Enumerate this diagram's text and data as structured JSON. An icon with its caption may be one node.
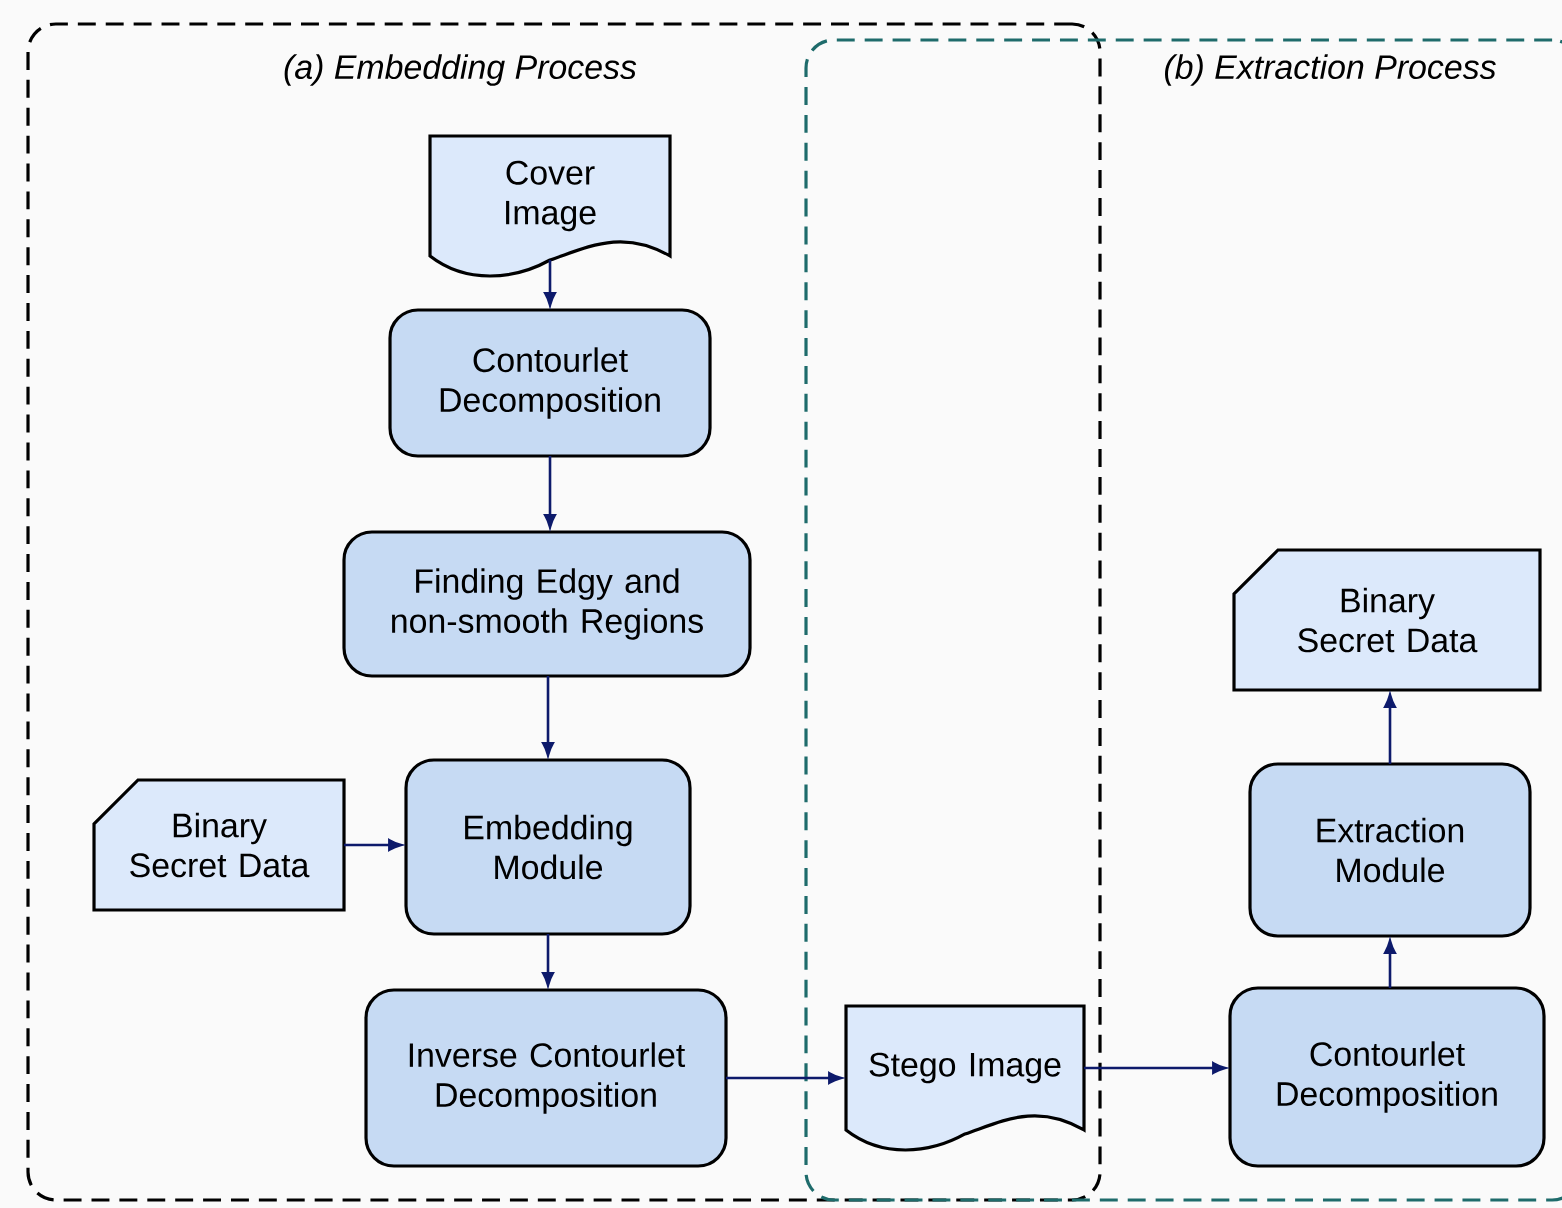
{
  "diagram": {
    "nodes": [
      {
        "text": [
          "(a) Embedding Process"
        ]
      },
      {
        "text": [
          "(b) Extraction Process"
        ]
      },
      {
        "text": [
          "Cover Image"
        ],
        "in": 0
      },
      {
        "text": [
          "Contourlet Decomposition"
        ],
        "in": 0
      },
      {
        "text": [
          "Finding Edgy and non-smooth Regions"
        ],
        "in": 0
      },
      {
        "text": [
          "Binary Secret Data"
        ],
        "in": 0
      },
      {
        "text": [
          "Embedding Module"
        ],
        "in": 0
      },
      {
        "text": [
          "Inverse Contourlet Decomposition"
        ],
        "in": 0
      },
      {
        "text": [
          "Stego Image"
        ]
      },
      {
        "text": [
          "Binary Secret Data"
        ],
        "in": 1
      },
      {
        "text": [
          "Extraction Module"
        ],
        "in": 1
      },
      {
        "text": [
          "Contourlet Decomposition"
        ],
        "in": 1
      }
    ],
    "edges": [
      {
        "from": 2,
        "to": 3,
        "arrow": "to"
      },
      {
        "from": 3,
        "to": 4,
        "arrow": "to"
      },
      {
        "from": 4,
        "to": 6,
        "arrow": "to"
      },
      {
        "from": 5,
        "to": 6,
        "arrow": "to"
      },
      {
        "from": 6,
        "to": 7,
        "arrow": "to"
      },
      {
        "from": 7,
        "to": 8,
        "arrow": "to"
      },
      {
        "from": 8,
        "to": 11,
        "arrow": "to"
      },
      {
        "from": 11,
        "to": 10,
        "arrow": "to"
      },
      {
        "from": 10,
        "to": 9,
        "arrow": "to"
      }
    ]
  }
}
